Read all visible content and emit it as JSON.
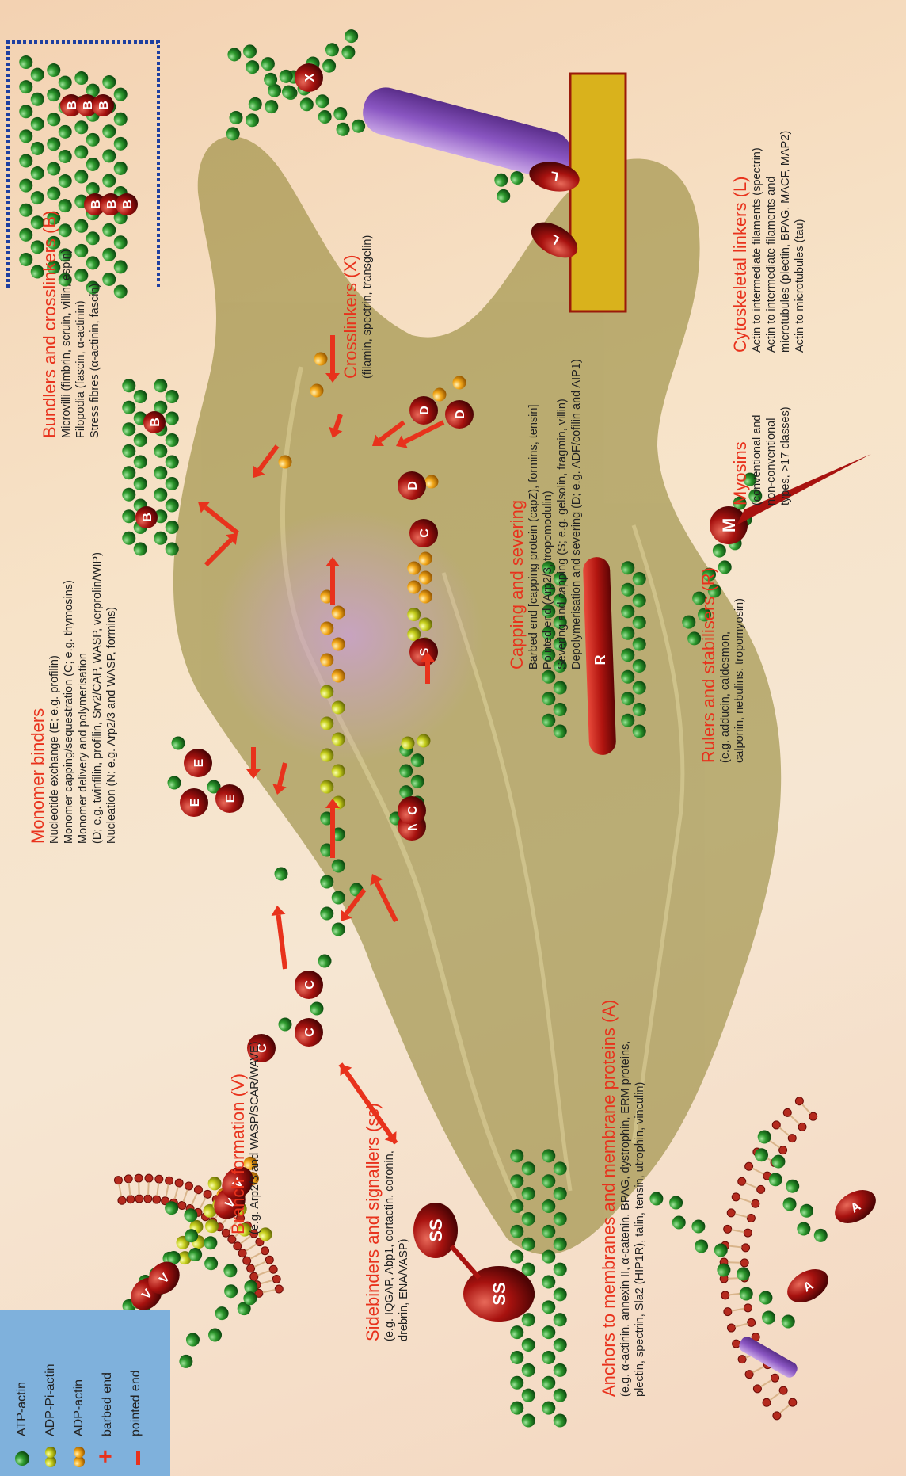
{
  "legend": {
    "atp": "ATP-actin",
    "adp_pi": "ADP-Pi-actin",
    "adp": "ADP-actin",
    "barbed": "barbed end",
    "pointed": "pointed end"
  },
  "branch": {
    "title": "Branch formation (V)",
    "l1": "(e.g. Arp2/3 and WASP/SCAR/WAVE)"
  },
  "sidebinders": {
    "title": "Sidebinders and signallers (ss)",
    "l1": "(e.g. IQGAP, Abp1, cortactin, coronin,",
    "l2": "drebrin, ENA/VASP)"
  },
  "anchors": {
    "title": "Anchors to membranes and membrane proteins (A)",
    "l1": "(e.g. α-actinin, annexin II, α-catenin, BPAG, dystrophin, ERM proteins,",
    "l2": "plectin, spectrin, Sla2 (HIP1R), talin, tensin, utrophin, vinculin)"
  },
  "monomer": {
    "title": "Monomer binders",
    "l1": "Nucleotide exchange (E; e.g. profilin)",
    "l2": "Monomer capping/sequestration (C; e.g. thymosins)",
    "l3": "Monomer delivery and polymerisation",
    "l4": "(D; e.g. twinfilin, profilin, Srv2/CAP, WASP, verprolin/WIP)",
    "l5": "Nucleation (N; e.g. Arp2/3 and WASP, formins)"
  },
  "capping": {
    "title": "Capping and severing",
    "l1": "Barbed end [capping protein (capZ), formins, tensin]",
    "l2": "Pointed end (Arp2/3, tropomodulin)",
    "l3": "Severing and capping (S; e.g. gelsolin, fragmin, villin)",
    "l4": "Depolymerisation and severing (D; e.g. ADF/cofilin and AIP1)"
  },
  "rulers": {
    "title": "Rulers and stabilisers (R)",
    "l1": "(e.g. adducin, caldesmon,",
    "l2": "calponin, nebulins, tropomyosin)"
  },
  "bundlers": {
    "title": "Bundlers and crosslinkers (B)",
    "l1": "Microvilli (fimbrin, scruin, villin, espin)",
    "l2": "Filopodia (fascin, α-actinin)",
    "l3": "Stress fibres (α-actinin, fascin)"
  },
  "crosslinkers": {
    "title": "Crosslinkers (X)",
    "l1": "(filamin, spectrin, transgelin)"
  },
  "myosins": {
    "title": "Myosins",
    "l1": "(conventional and",
    "l2": "non-conventional",
    "l3": "types, >17 classes)"
  },
  "cytoskeletal": {
    "title": "Cytoskeletal linkers (L)",
    "l1": "Actin to intermediate filaments (spectrin)",
    "l2": "Actin to intermediate filaments and",
    "l3": "microtubules (plectin, BPAG, MACF, MAP2)",
    "l4": "Actin to microtubules (tau)"
  },
  "markers": {
    "plus": "+",
    "minus": "−"
  },
  "labels": {
    "V": "V",
    "SS": "SS",
    "A": "A",
    "E": "E",
    "C": "C",
    "N": "N",
    "S": "S",
    "D": "D",
    "R": "R",
    "M": "M",
    "B": "B",
    "X": "X",
    "L": "L"
  },
  "colors": {
    "atp": "#2e9a2e",
    "adp_pi": "#c6cf1d",
    "adp": "#f3a81a",
    "protein": "#8a0d0d",
    "title_red": "#e8321c",
    "legend_bg": "#7fb1dc"
  }
}
